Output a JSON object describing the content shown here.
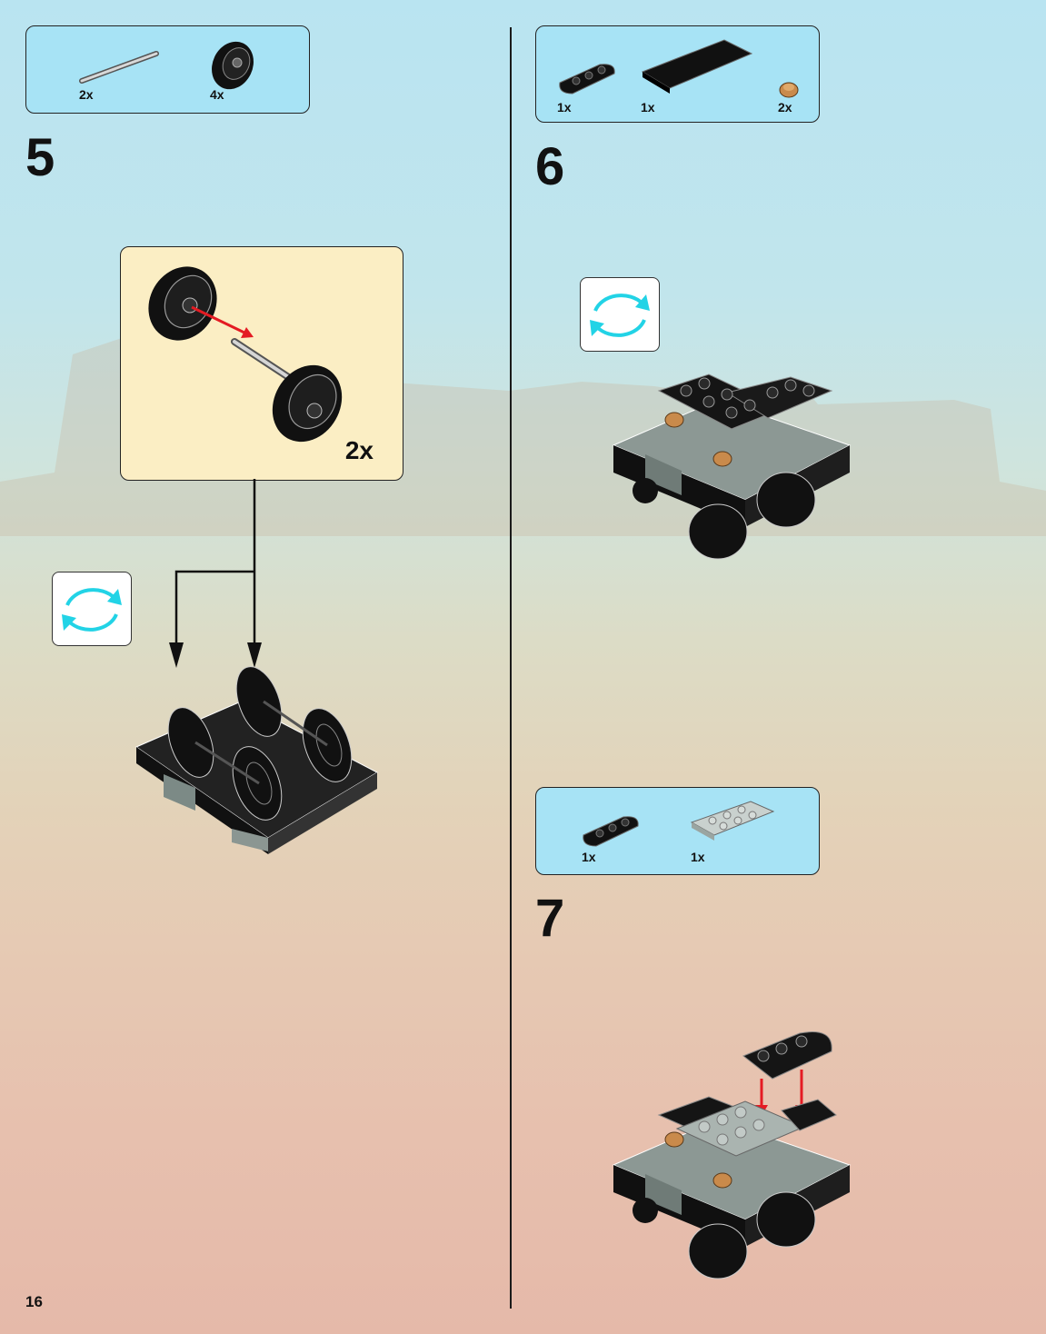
{
  "page_number": "16",
  "steps": [
    {
      "number": "5",
      "parts": [
        {
          "name": "axle",
          "qty": "2x"
        },
        {
          "name": "wheel",
          "qty": "4x"
        }
      ],
      "callout_qty": "2x"
    },
    {
      "number": "6",
      "parts": [
        {
          "name": "black round plate",
          "qty": "1x"
        },
        {
          "name": "black long plate",
          "qty": "1x"
        },
        {
          "name": "tan round stud",
          "qty": "2x"
        }
      ]
    },
    {
      "number": "7",
      "parts": [
        {
          "name": "black round plate",
          "qty": "1x"
        },
        {
          "name": "light gray plate",
          "qty": "1x"
        }
      ]
    }
  ],
  "icons": {
    "rotate": "rotate-model-icon"
  },
  "colors": {
    "parts_box": "#a7e3f5",
    "callout": "#fbeec4",
    "arrow_red": "#e41b23",
    "rotate_arrow": "#22d3e6"
  }
}
